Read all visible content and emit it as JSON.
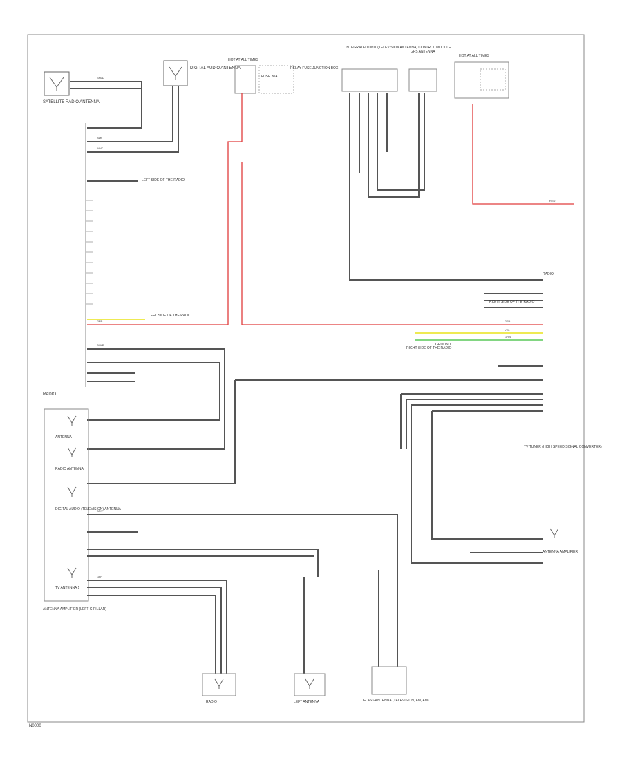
{
  "figure_id": "N0000",
  "colors": {
    "wire": "#555555",
    "thin_wire": "#777777",
    "power_red": "#e03c3c",
    "pink": "#f4b8b8",
    "yellow": "#e9e31a",
    "green": "#58c858",
    "outline": "#888888"
  },
  "components": {
    "radio_left": "RADIO",
    "satellite": "SATELLITE RADIO ANTENNA",
    "digital_audio_antenna": "DIGITAL AUDIO ANTENNA",
    "hot_fuse": "HOT AT ALL TIMES",
    "fuse_label": "FUSE 30A",
    "relay_label": "RELAY FUSE JUNCTION BOX",
    "top_center_module": "INTEGRATED UNIT (TELEVISION ANTENNA) CONTROL MODULE",
    "navigation_antenna": "GPS ANTENNA",
    "hot_right": "HOT AT ALL TIMES",
    "radio_right": "RADIO",
    "amplifier": "ANTENNA AMPLIFIER (LEFT C-PILLAR)",
    "radio_bottom": "RADIO",
    "left_antenna": "LEFT ANTENNA",
    "glass_antenna": "GLASS ANTENNA (TELEVISION, FM, AM)",
    "tv_tuner": "TV TUNER (HIGH SPEED SIGNAL CONVERTER)",
    "antenna_right": "ANTENNA AMPLIFIER"
  },
  "amp_labels": [
    "ANTENNA",
    "RADIO ANTENNA",
    "DIGITAL AUDIO (TELEVISION) ANTENNA",
    "TV ANTENNA 1"
  ],
  "splice_labels": [
    "LEFT SIDE OF THE RADIO",
    "RIGHT SIDE OF THE RADIO"
  ],
  "ground_label": "GROUND",
  "wire_tags": [
    "SHLD",
    "RED",
    "WHT",
    "BLK",
    "YEL",
    "GRN",
    "BRN",
    "GRY"
  ]
}
